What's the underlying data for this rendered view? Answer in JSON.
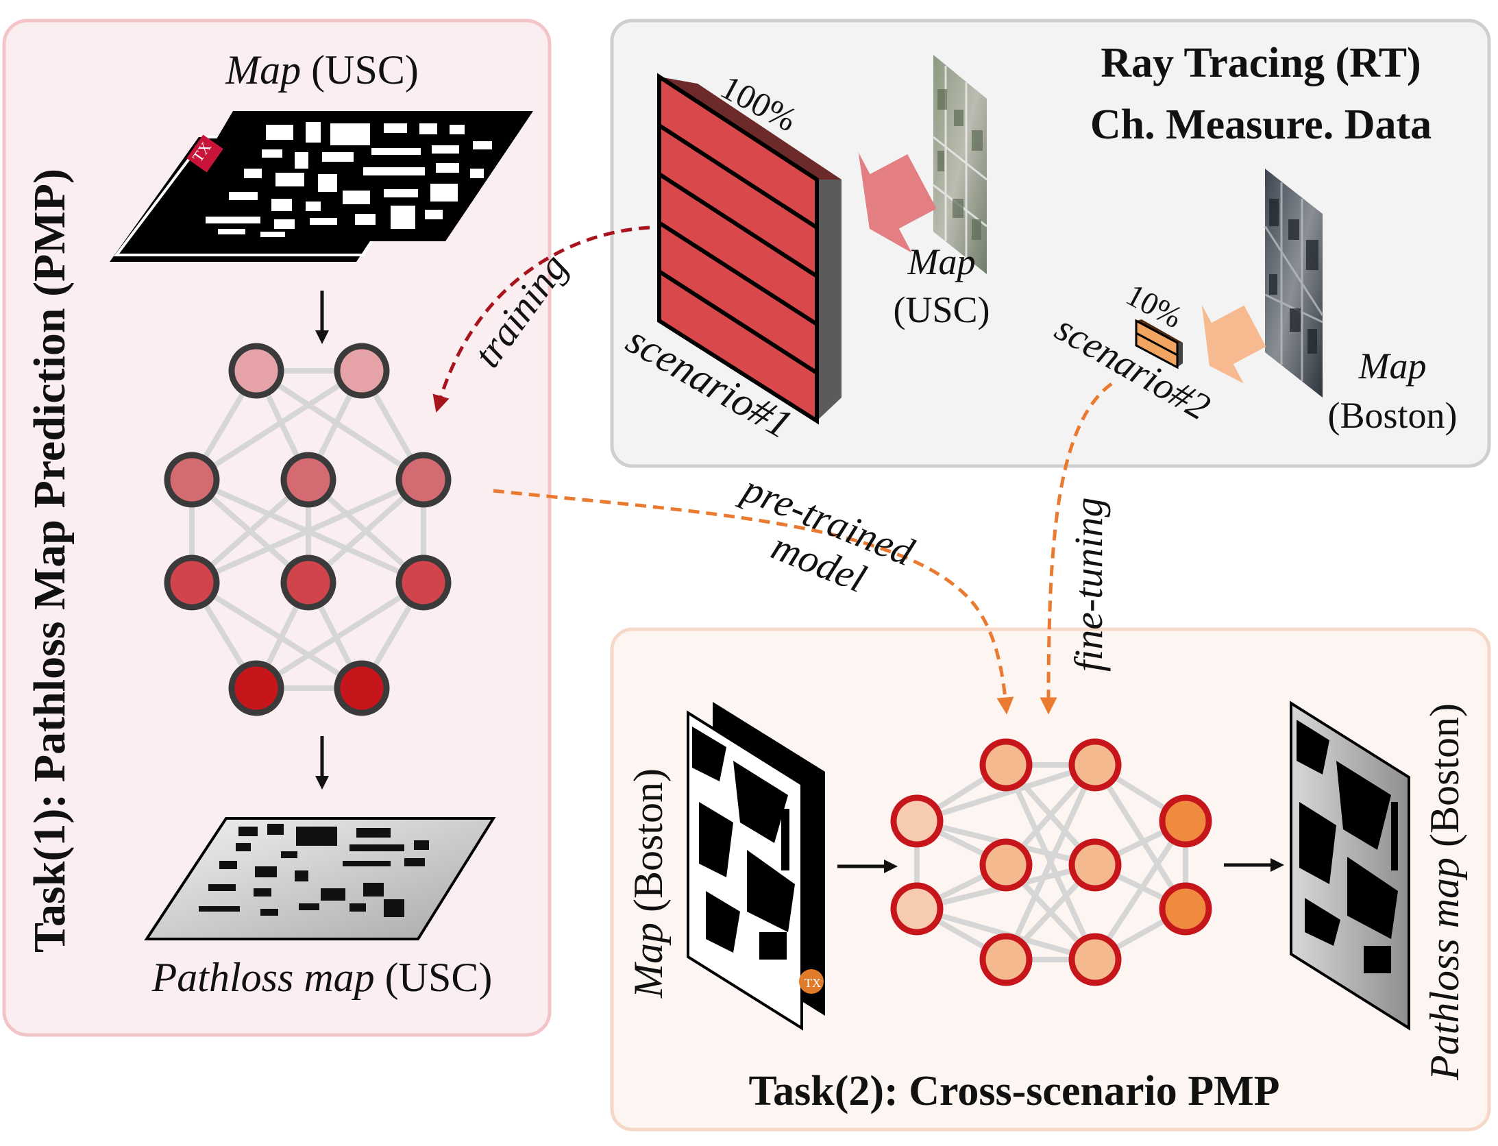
{
  "task1": {
    "title": "Task(1): Pathloss Map Prediction (PMP)",
    "input_label_italic": "Map",
    "input_label_rest": " (USC)",
    "output_label_italic": "Pathloss map",
    "output_label_rest": " (USC)",
    "tx_badge": "TX"
  },
  "rt": {
    "title_line1": "Ray Tracing (RT)",
    "title_line2": "Ch. Measure. Data",
    "scenario1": {
      "label": "scenario#1",
      "percent": "100%",
      "map_label_italic": "Map",
      "map_label_rest": "(USC)"
    },
    "scenario2": {
      "label": "scenario#2",
      "percent": "10%",
      "map_label_italic": "Map",
      "map_label_rest": "(Boston)"
    }
  },
  "arrows": {
    "training": "training",
    "pretrained_line1": "pre-trained",
    "pretrained_line2": "model",
    "finetuning": "fine-tuning"
  },
  "task2": {
    "title": "Task(2): Cross-scenario PMP",
    "input_label_italic": "Map",
    "input_label_rest": " (Boston)",
    "output_label_italic": "Pathloss map",
    "output_label_rest": " (Boston)",
    "tx_badge": "TX"
  },
  "colors": {
    "task1_panel": "#fbeef0",
    "task1_border": "#f2c4c8",
    "rt_panel": "#f3f3f4",
    "rt_border": "#cfcfcf",
    "task2_panel": "#fdf5f1",
    "task2_border": "#f6d8c8",
    "training_arrow": "#a8141e",
    "orange_arrow": "#ea7a30",
    "bar_red": "#d9484a",
    "bar_orange": "#f2a461"
  }
}
